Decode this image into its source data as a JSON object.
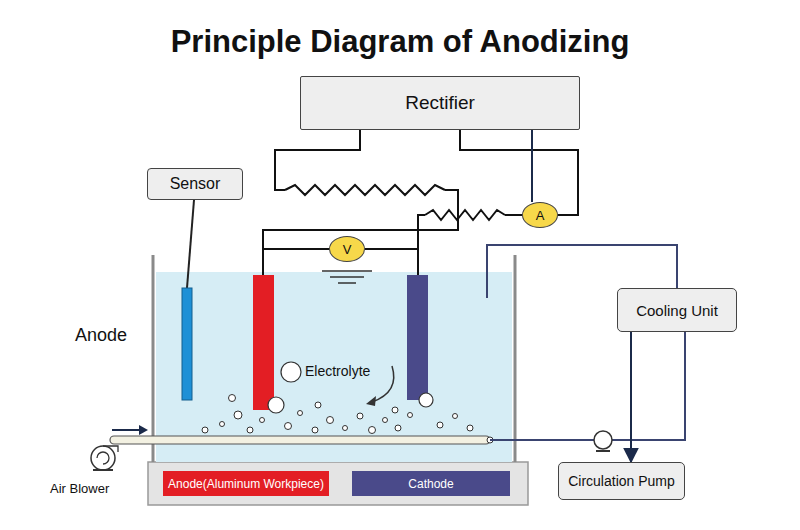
{
  "diagram": {
    "title": "Principle Diagram of Anodizing",
    "nodes": [
      {
        "text": [
          "Rectifier"
        ]
      },
      {
        "text": [
          "Sensor"
        ]
      },
      {
        "text": [
          "A"
        ]
      },
      {
        "text": [
          "V"
        ]
      },
      {
        "text": [
          "Cooling Unit"
        ]
      },
      {
        "text": [
          "Circulation Pump"
        ]
      }
    ],
    "edges": [
      {
        "from": 0,
        "to": 2,
        "arrow": "none"
      },
      {
        "from": 4,
        "to": 5,
        "arrow": "to"
      }
    ],
    "labels": [
      "Anode",
      "Electrolyte",
      "Air Blower"
    ],
    "legend": [
      {
        "text": "Anode(Aluminum Workpiece)",
        "color": "#e31e24"
      },
      {
        "text": "Cathode",
        "color": "#4a4a8a"
      }
    ]
  }
}
